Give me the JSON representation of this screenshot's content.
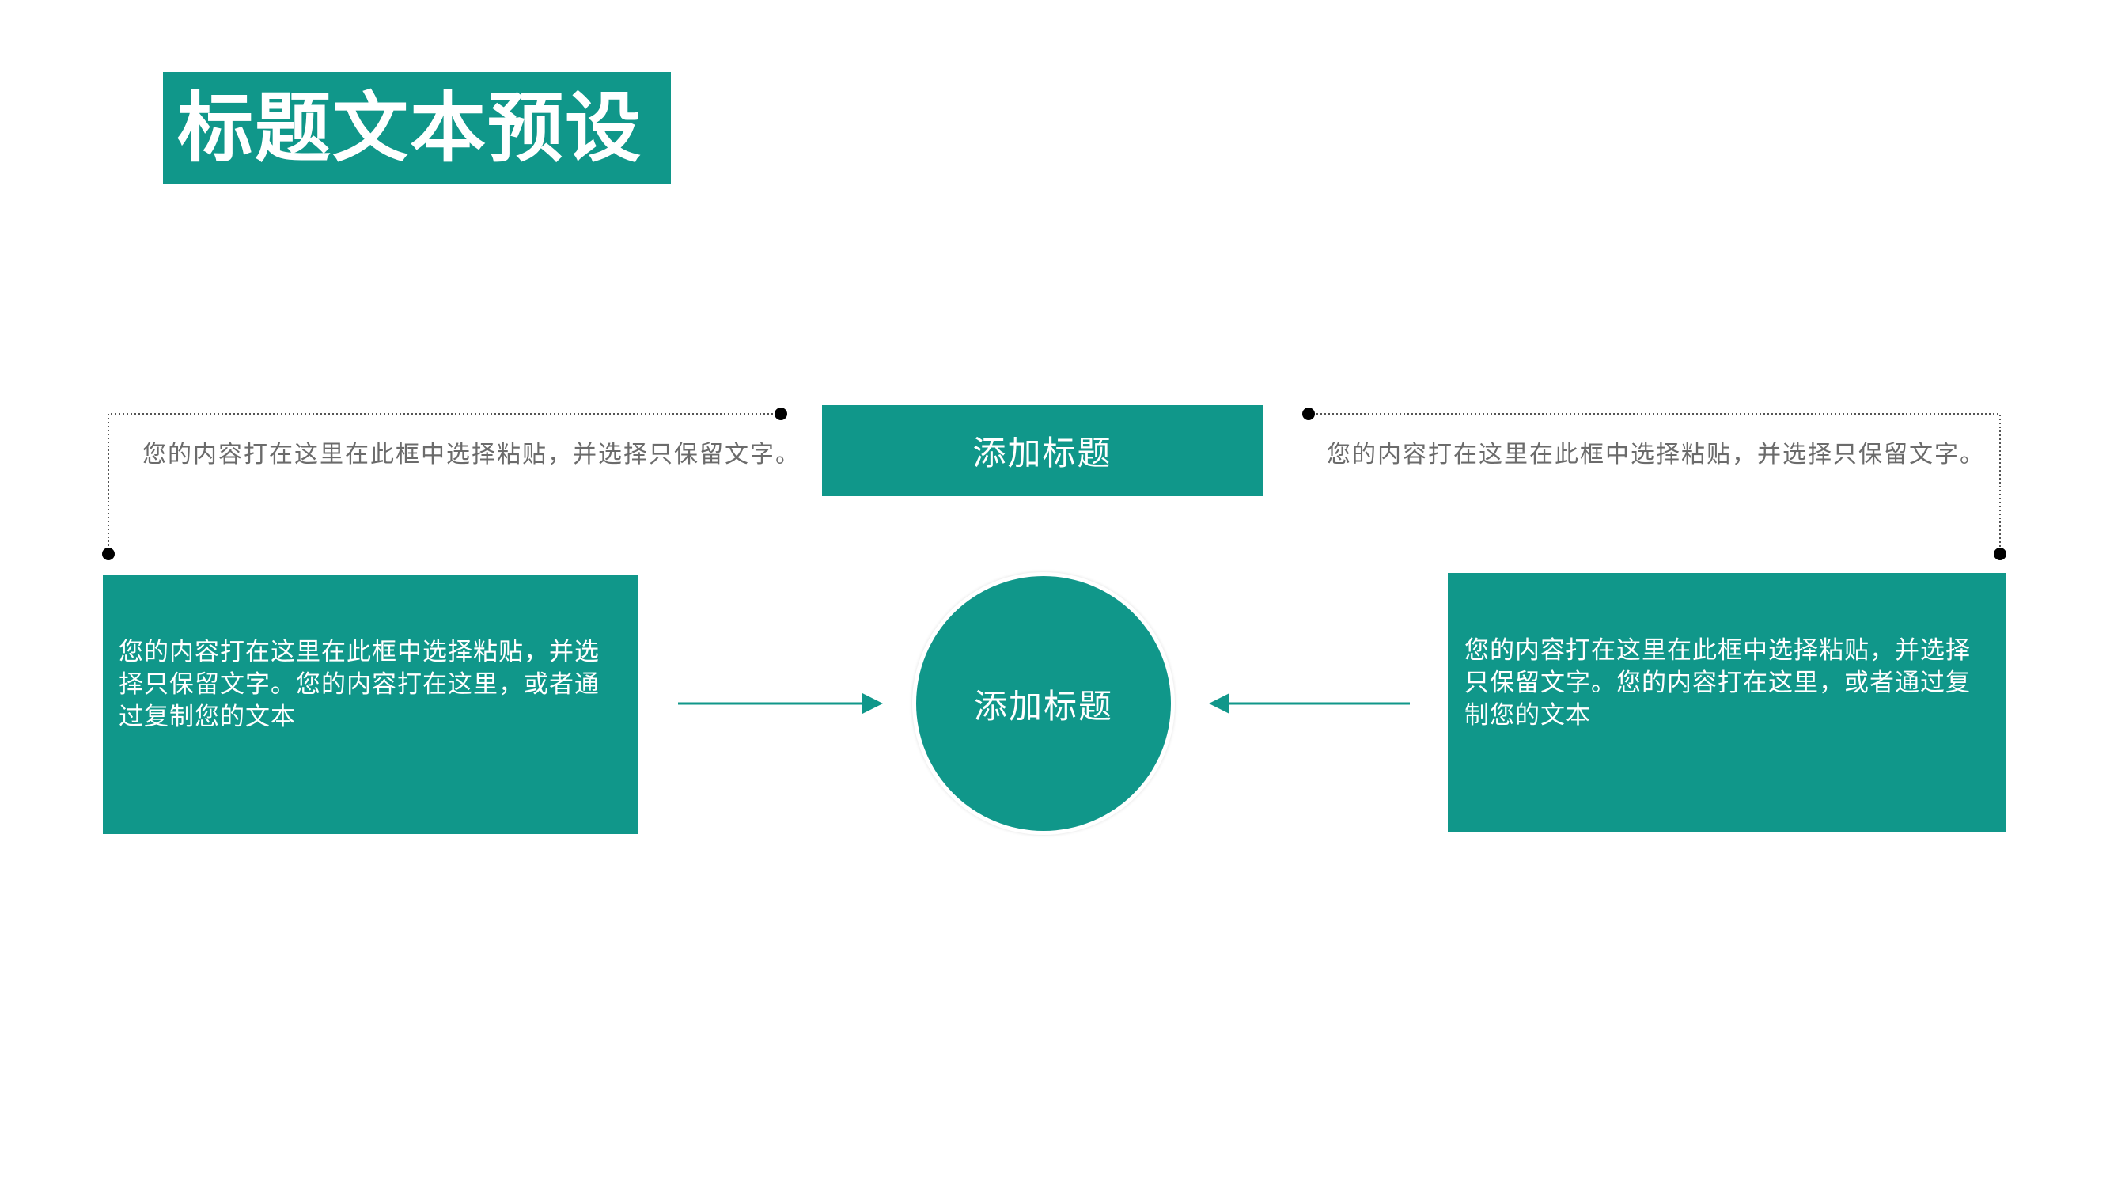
{
  "slide": {
    "title": "标题文本预设",
    "accent_color": "#10978a"
  },
  "diagram": {
    "top_center_label": "添加标题",
    "center_label": "添加标题",
    "top_left_note": "您的内容打在这里在此框中选择粘贴，并选择只保留文字。",
    "top_right_note": "您的内容打在这里在此框中选择粘贴，并选择只保留文字。",
    "left_box_text": "您的内容打在这里在此框中选择粘贴，并选择只保留文字。您的内容打在这里，或者通过复制您的文本",
    "right_box_text": "您的内容打在这里在此框中选择粘贴，并选择只保留文字。您的内容打在这里，或者通过复制您的文本",
    "icons": [
      "arrow-right-icon",
      "arrow-left-icon",
      "bullet-dot-icon"
    ]
  }
}
